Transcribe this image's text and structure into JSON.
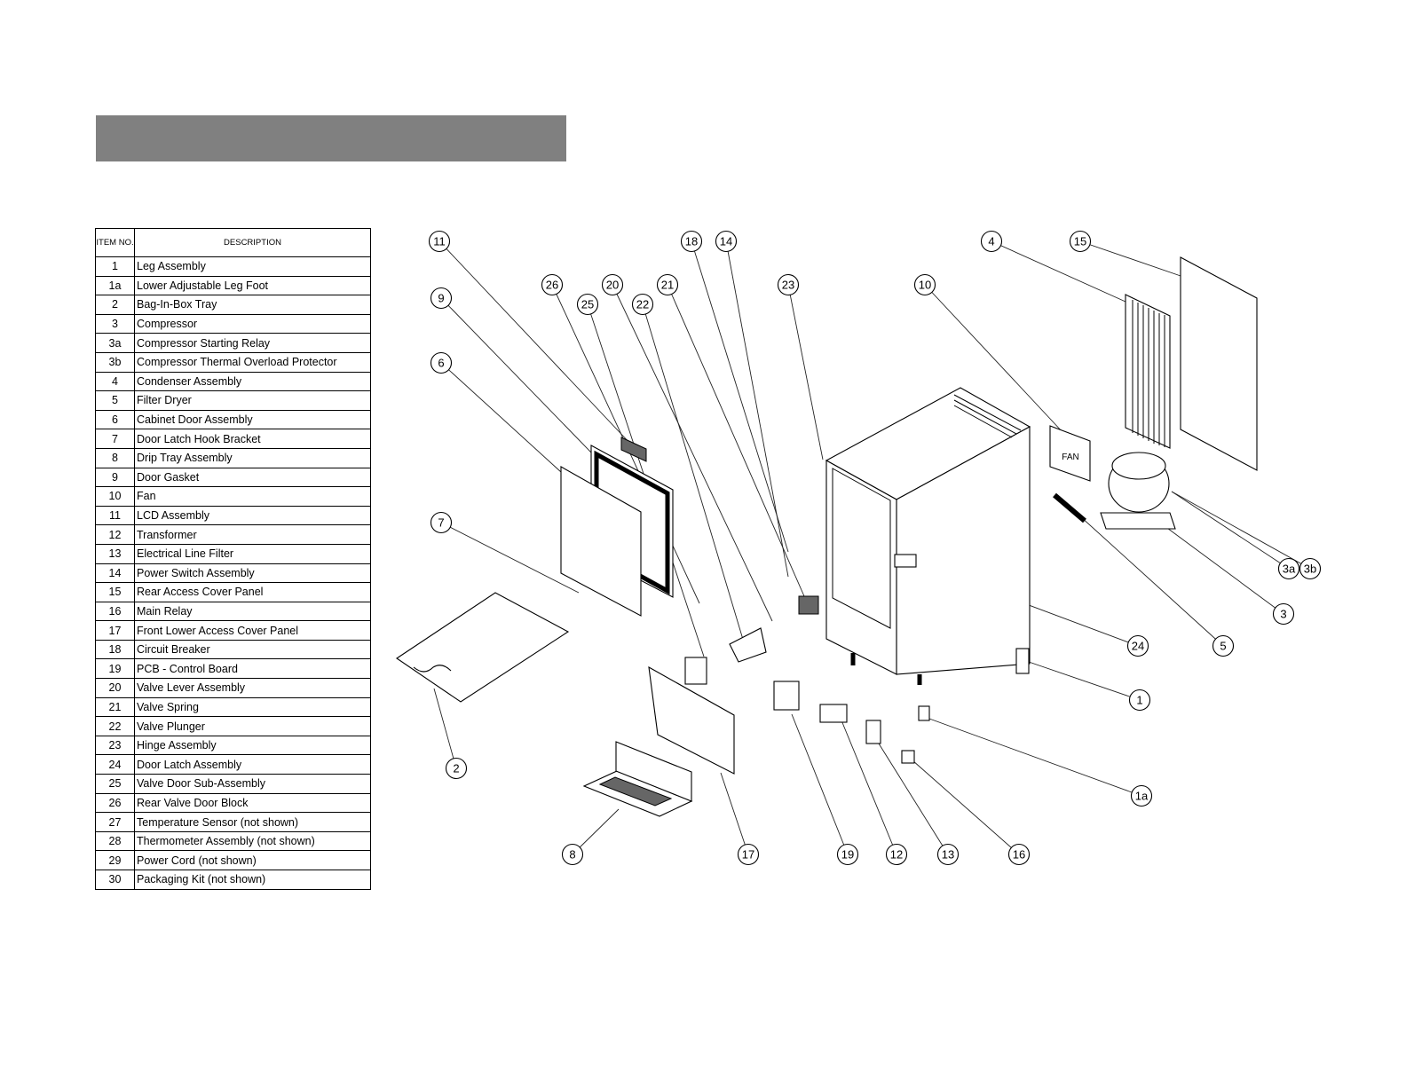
{
  "table": {
    "header_item": "ITEM NO.",
    "header_description": "DESCRIPTION",
    "rows": [
      {
        "item": "1",
        "description": "Leg Assembly"
      },
      {
        "item": "1a",
        "description": "Lower Adjustable Leg Foot"
      },
      {
        "item": "2",
        "description": "Bag-In-Box Tray"
      },
      {
        "item": "3",
        "description": "Compressor"
      },
      {
        "item": "3a",
        "description": "Compressor Starting Relay"
      },
      {
        "item": "3b",
        "description": "Compressor Thermal Overload Protector"
      },
      {
        "item": "4",
        "description": "Condenser Assembly"
      },
      {
        "item": "5",
        "description": "Filter Dryer"
      },
      {
        "item": "6",
        "description": "Cabinet Door Assembly"
      },
      {
        "item": "7",
        "description": "Door Latch Hook Bracket"
      },
      {
        "item": "8",
        "description": "Drip Tray Assembly"
      },
      {
        "item": "9",
        "description": "Door Gasket"
      },
      {
        "item": "10",
        "description": "Fan"
      },
      {
        "item": "11",
        "description": "LCD Assembly"
      },
      {
        "item": "12",
        "description": "Transformer"
      },
      {
        "item": "13",
        "description": "Electrical Line Filter"
      },
      {
        "item": "14",
        "description": "Power Switch Assembly"
      },
      {
        "item": "15",
        "description": "Rear Access Cover Panel"
      },
      {
        "item": "16",
        "description": "Main Relay"
      },
      {
        "item": "17",
        "description": "Front Lower Access Cover Panel"
      },
      {
        "item": "18",
        "description": "Circuit Breaker"
      },
      {
        "item": "19",
        "description": "PCB - Control Board"
      },
      {
        "item": "20",
        "description": "Valve Lever Assembly"
      },
      {
        "item": "21",
        "description": "Valve Spring"
      },
      {
        "item": "22",
        "description": "Valve Plunger"
      },
      {
        "item": "23",
        "description": "Hinge Assembly"
      },
      {
        "item": "24",
        "description": "Door Latch Assembly"
      },
      {
        "item": "25",
        "description": "Valve Door Sub-Assembly"
      },
      {
        "item": "26",
        "description": "Rear Valve Door Block"
      },
      {
        "item": "27",
        "description": "Temperature Sensor (not shown)"
      },
      {
        "item": "28",
        "description": "Thermometer Assembly (not shown)"
      },
      {
        "item": "29",
        "description": "Power Cord (not shown)"
      },
      {
        "item": "30",
        "description": "Packaging Kit (not shown)"
      }
    ]
  },
  "callouts": [
    "11",
    "18",
    "14",
    "4",
    "15",
    "9",
    "26",
    "20",
    "21",
    "23",
    "10",
    "25",
    "22",
    "6",
    "7",
    "3a",
    "3b",
    "3",
    "24",
    "5",
    "1",
    "2",
    "1a",
    "8",
    "17",
    "19",
    "12",
    "13",
    "16"
  ],
  "labels": {
    "fan_text": "FAN"
  }
}
